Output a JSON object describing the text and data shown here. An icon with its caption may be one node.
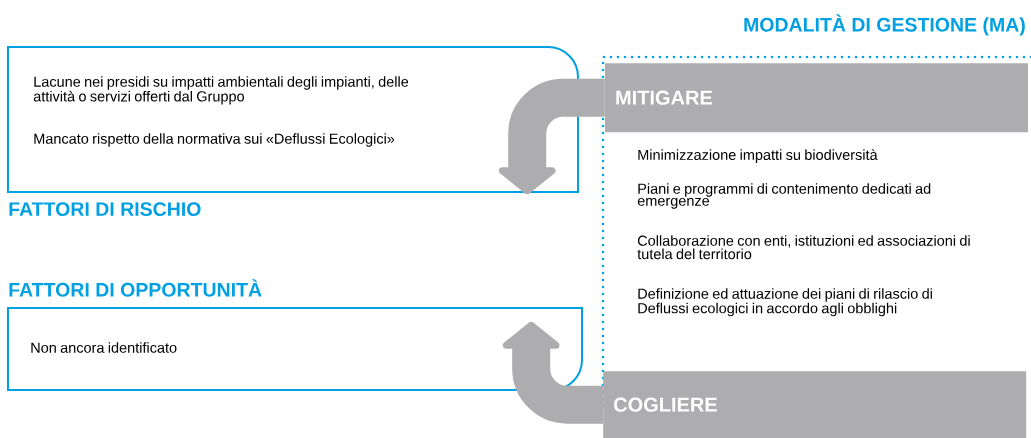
{
  "diagram": {
    "nodes": [
      {
        "text": [
          "Lacune nei presidi su impatti ambientali degli impianti, delle attività o servizi offerti dal Gruppo",
          "Mancato rispetto della normativa sui «Deflussi Ecologici»",
          "FATTORI DI RISCHIO"
        ]
      },
      {
        "text": [
          "FATTORI DI OPPORTUNITÀ",
          "Non ancora identificato"
        ]
      },
      {
        "text": [
          "MODALITÀ DI GESTIONE (MA)",
          "Minimizzazione impatti su biodiversità",
          "Piani e programmi di contenimento dedicati ad emergenze",
          "Collaborazione con enti, istituzioni ed associazioni di tutela del territorio",
          "Definizione ed attuazione dei piani di rilascio di Deflussi ecologici in accordo agli obblighi"
        ]
      },
      {
        "text": [
          "MITIGARE"
        ],
        "in": 2
      },
      {
        "text": [
          "COGLIERE"
        ]
      }
    ],
    "edges": [
      {
        "from": 3,
        "to": 0,
        "arrow": "to"
      },
      {
        "from": 4,
        "to": 1,
        "arrow": "to"
      }
    ]
  }
}
